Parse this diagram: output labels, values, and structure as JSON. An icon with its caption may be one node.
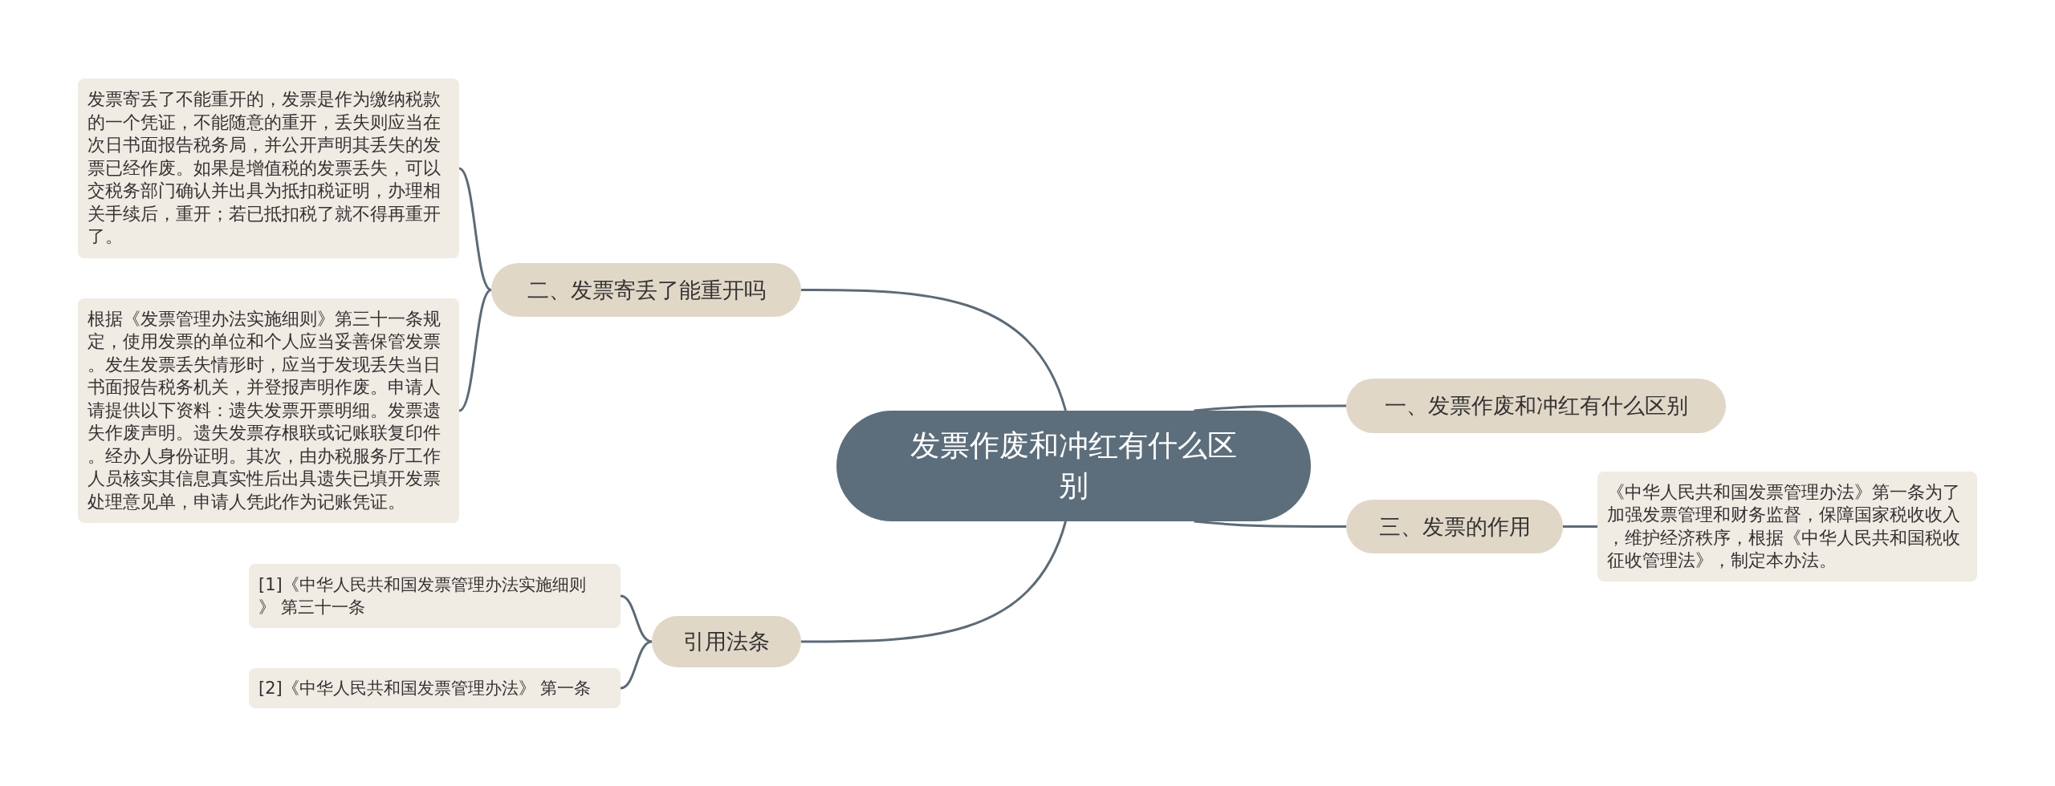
{
  "diagram": {
    "nodes": [
      {
        "text": [
          "发票作废和冲红有什么区别"
        ]
      },
      {
        "text": [
          "二、发票寄丢了能重开吗"
        ]
      },
      {
        "text": [
          "发票寄丢了不能重开的，发票是作为缴纳税款的一个凭证，不能随意的重开，丢失则应当在次日书面报告税务局，并公开声明其丢失的发票已经作废。如果是增值税的发票丢失，可以交税务部门确认并出具为抵扣税证明，办理相关手续后，重开；若已抵扣税了就不得再重开了。"
        ]
      },
      {
        "text": [
          "根据《发票管理办法实施细则》第三十一条规定，使用发票的单位和个人应当妥善保管发票。发生发票丢失情形时，应当于发现丢失当日书面报告税务机关，并登报声明作废。申请人请提供以下资料：遗失发票开票明细。发票遗失作废声明。遗失发票存根联或记账联复印件。经办人身份证明。其次，由办税服务厅工作人员核实其信息真实性后出具遗失已填开发票处理意见单，申请人凭此作为记账凭证。"
        ]
      },
      {
        "text": [
          "一、发票作废和冲红有什么区别"
        ]
      },
      {
        "text": [
          "三、发票的作用"
        ]
      },
      {
        "text": [
          "《中华人民共和国发票管理办法》第一条为了加强发票管理和财务监督，保障国家税收收入，维护经济秩序，根据《中华人民共和国税收征收管理法》，制定本办法。"
        ]
      },
      {
        "text": [
          "引用法条"
        ]
      },
      {
        "text": [
          "[1]《中华人民共和国发票管理办法实施细则》 第三十一条"
        ]
      },
      {
        "text": [
          "[2]《中华人民共和国发票管理办法》 第一条"
        ]
      }
    ],
    "edges": [
      {
        "from": 0,
        "to": 1,
        "arrow": "none"
      },
      {
        "from": 1,
        "to": 2,
        "arrow": "none"
      },
      {
        "from": 1,
        "to": 3,
        "arrow": "none"
      },
      {
        "from": 0,
        "to": 4,
        "arrow": "none"
      },
      {
        "from": 0,
        "to": 5,
        "arrow": "none"
      },
      {
        "from": 5,
        "to": 6,
        "arrow": "none"
      },
      {
        "from": 0,
        "to": 7,
        "arrow": "none"
      },
      {
        "from": 7,
        "to": 8,
        "arrow": "none"
      },
      {
        "from": 7,
        "to": 9,
        "arrow": "none"
      }
    ]
  }
}
